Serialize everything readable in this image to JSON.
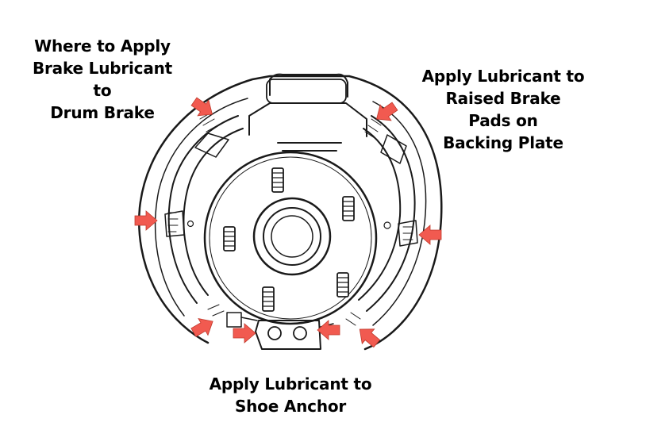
{
  "labels": {
    "top_left": [
      "Where to Apply",
      "Brake Lubricant",
      "to",
      "Drum Brake"
    ],
    "top_right": [
      "Apply Lubricant to",
      "Raised Brake",
      "Pads on",
      "Backing Plate"
    ],
    "bottom": [
      "Apply Lubricant to",
      "Shoe Anchor"
    ]
  },
  "colors": {
    "arrow": "#f15a50",
    "line": "#1a1a1a",
    "background": "#ffffff"
  },
  "icons": {
    "arrow": "lubricant-arrow-icon",
    "stud": "wheel-stud-icon"
  }
}
